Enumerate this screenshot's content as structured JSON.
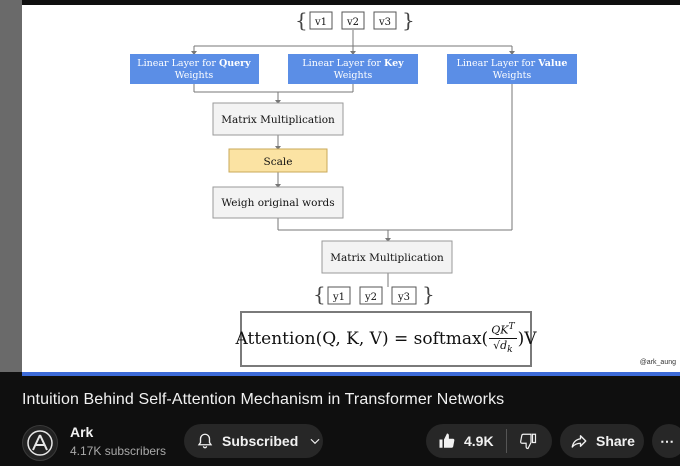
{
  "video": {
    "slide": {
      "inputs": [
        "v1",
        "v2",
        "v3"
      ],
      "outputs": [
        "y1",
        "y2",
        "y3"
      ],
      "boxes": {
        "query_pre": "Linear Layer for",
        "query_bold": "Query",
        "key_pre": "Linear Layer for",
        "key_bold": "Key",
        "value_pre": "Linear Layer for",
        "value_bold": "Value",
        "weights": "Weights",
        "matmul1": "Matrix Multiplication",
        "scale": "Scale",
        "weigh": "Weigh original words",
        "matmul2": "Matrix Multiplication"
      },
      "formula": {
        "lhs": "Attention(Q, K, V) = softmax(",
        "numerator": "QK",
        "numerator_sup": "T",
        "denominator": "√d",
        "denominator_sub": "k",
        "rhs": ")V"
      },
      "colors": {
        "linear_layer": "#5b8ee6",
        "scale": "#fbe3a3",
        "plain_box": "#f3f3f3",
        "progress": "#3d6bd8"
      }
    },
    "watermark": "@ark_aung",
    "title": "Intuition Behind Self-Attention Mechanism in Transformer Networks"
  },
  "channel": {
    "name": "Ark",
    "subscribers": "4.17K subscribers",
    "avatar_icon": "ark-logo-icon"
  },
  "actions": {
    "subscribed_label": "Subscribed",
    "likes": "4.9K",
    "share_label": "Share",
    "more_label": "⋯"
  }
}
